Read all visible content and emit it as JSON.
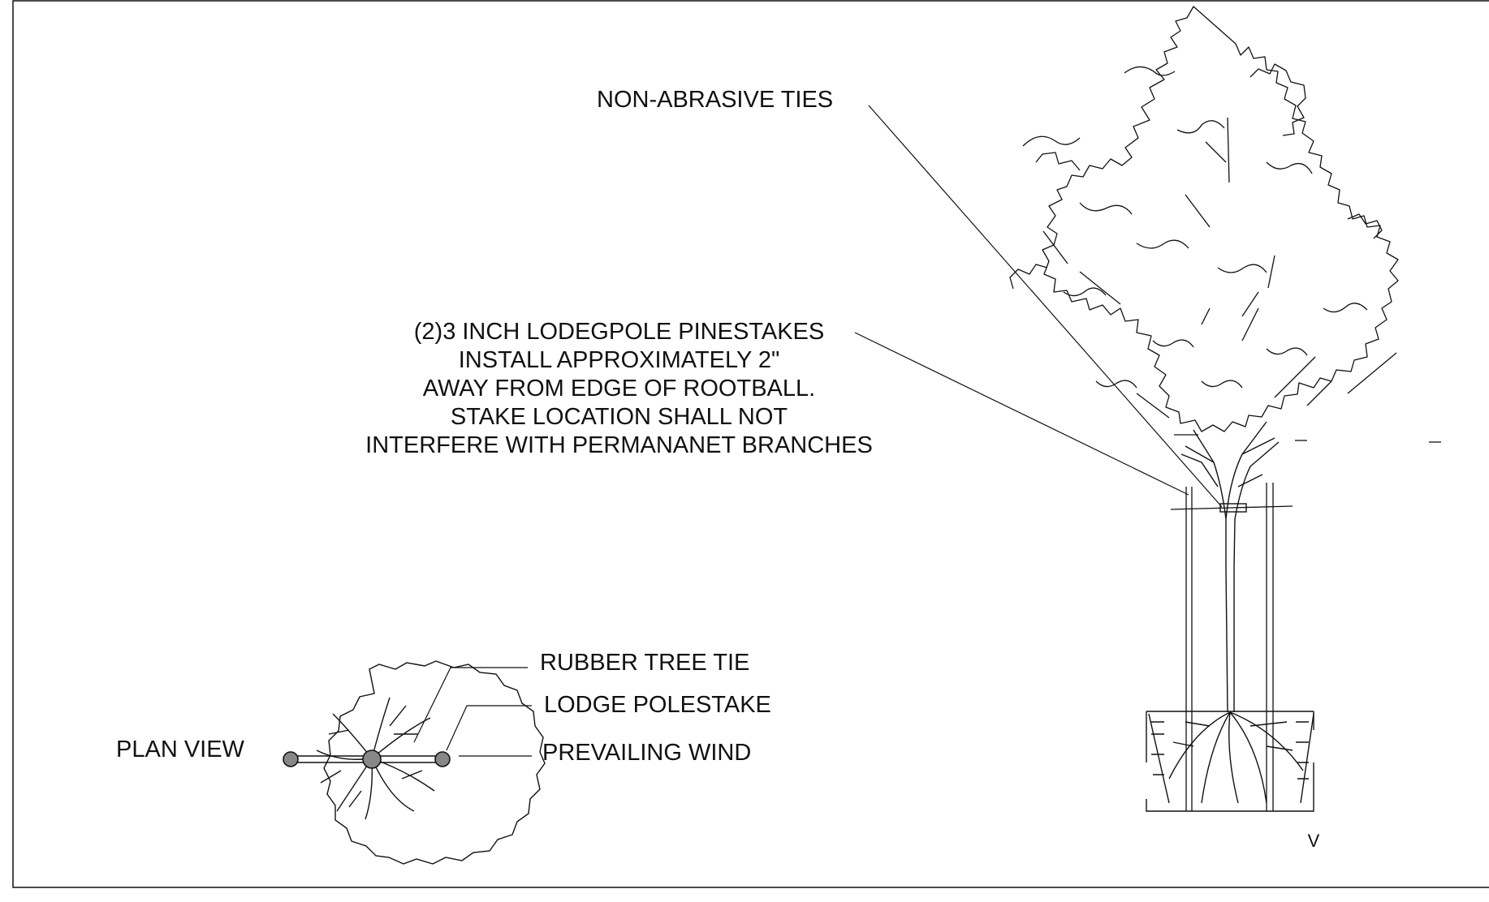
{
  "labels": {
    "non_abrasive_ties": "NON-ABRASIVE TIES",
    "stakes_note": [
      "(2)3 INCH LODEGPOLE PINESTAKES",
      "INSTALL APPROXIMATELY 2\"",
      "AWAY FROM EDGE OF ROOTBALL.",
      "STAKE LOCATION SHALL NOT",
      "INTERFERE WITH PERMANANET BRANCHES"
    ],
    "rubber_tree_tie": "RUBBER TREE TIE",
    "lodge_polestake": "LODGE POLESTAKE",
    "prevailing_wind": "PREVAILING WIND",
    "plan_view": "PLAN VIEW",
    "small_mark": "V"
  },
  "colors": {
    "line": "#111111",
    "background": "#ffffff"
  }
}
